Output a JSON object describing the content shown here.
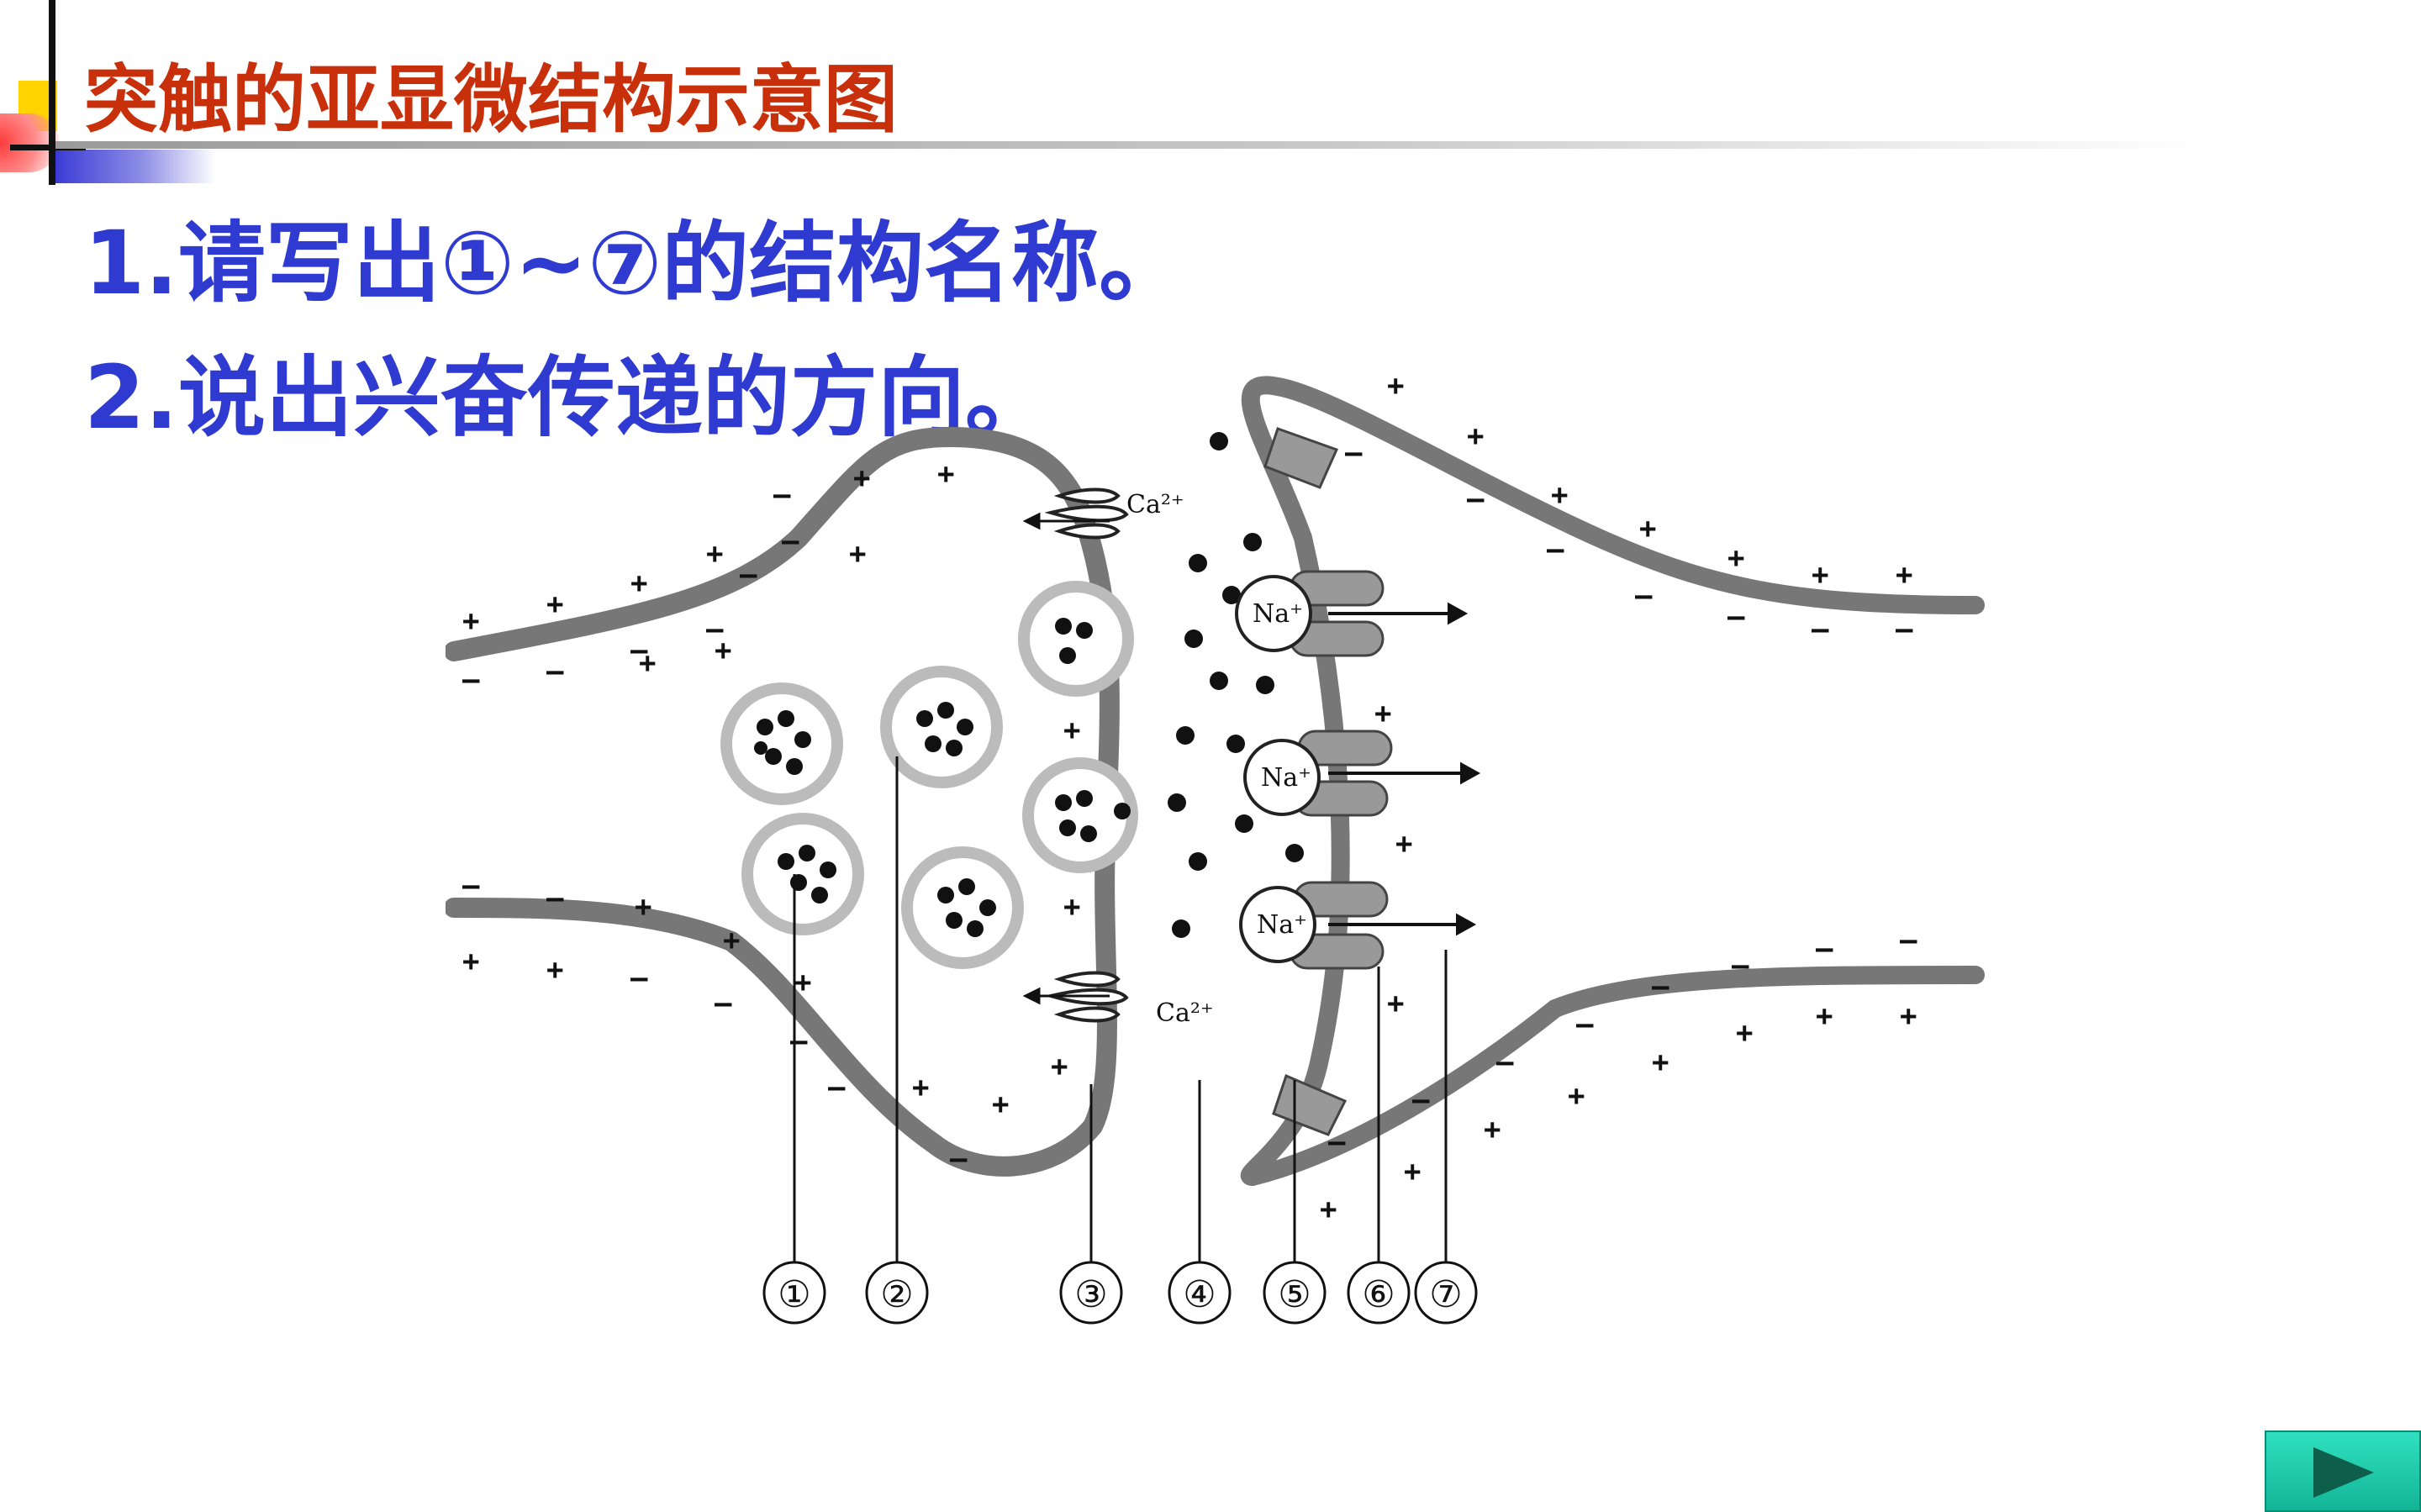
{
  "slide": {
    "title": "突触的亚显微结构示意图",
    "question1": "1.请写出①~⑦的结构名称。",
    "question2": "2.说出兴奋传递的方向。"
  },
  "diagram": {
    "ions": [
      "Ca²⁺",
      "Ca²⁺",
      "Na⁺",
      "Na⁺",
      "Na⁺"
    ],
    "numbers": [
      "①",
      "②",
      "③",
      "④",
      "⑤",
      "⑥",
      "⑦"
    ]
  },
  "colors": {
    "title": "#c8300b",
    "question": "#2f3bd0",
    "nav": "#12b596"
  },
  "nav": {
    "icon": "play-next-icon"
  }
}
